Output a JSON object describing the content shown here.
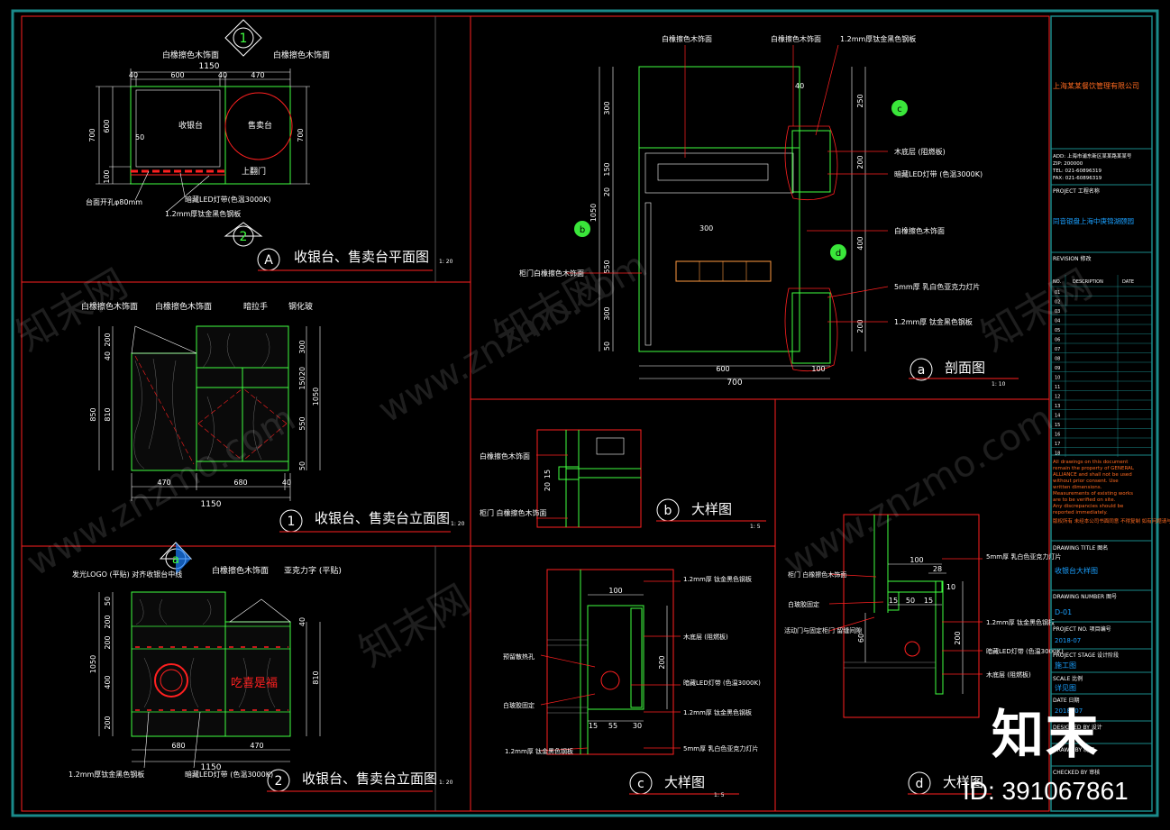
{
  "panels": {
    "plan": {
      "title": "收银台、售卖台平面图",
      "badge": "A",
      "scale": "1: 20",
      "dims": {
        "total": "1150",
        "seg1": "40",
        "seg2": "600",
        "seg3": "40",
        "seg4": "470",
        "left1": "700",
        "left2": "600",
        "left3": "100",
        "right": "700",
        "small": "50"
      },
      "labels": {
        "material_left": "白橡擦色木饰面",
        "material_right": "白橡擦色木饰面",
        "cashier": "收银台",
        "sales": "售卖台",
        "door": "上翻门",
        "top_note": "台面开孔φ80mm",
        "light": "暗藏LED灯带(色温3000K)",
        "steel": "1.2mm厚钛金黑色钢板",
        "ref_top": "1",
        "ref_bottom": "2"
      }
    },
    "elev1": {
      "title": "收银台、售卖台立面图",
      "badge": "1",
      "scale": "1: 20",
      "dims": {
        "total": "1150",
        "b1": "470",
        "b2": "680",
        "b3": "40",
        "l1": "200",
        "l2": "40",
        "l3": "810",
        "lt": "850",
        "r1": "300",
        "r2": "20",
        "r3": "150",
        "r4": "550",
        "r5": "50",
        "rt": "1050"
      },
      "labels": {
        "m1": "白橡擦色木饰面",
        "m2": "白橡擦色木饰面",
        "handle": "暗拉手",
        "glass": "钢化玻"
      }
    },
    "elev2": {
      "title": "收银台、售卖台立面图",
      "badge": "2",
      "scale": "1: 20",
      "dims": {
        "total": "1150",
        "b1": "680",
        "b2": "470",
        "l1": "50",
        "l2": "200",
        "l3": "200",
        "l4": "400",
        "l5": "200",
        "lt": "1050",
        "r1": "40",
        "r2": "810"
      },
      "labels": {
        "logo": "发光LOGO (平贴) 对齐收银台中线",
        "m1": "白橡擦色木饰面",
        "acrylic": "亚克力字 (平贴)",
        "steel": "1.2mm厚钛金黑色钢板",
        "light": "暗藏LED灯带 (色温3000K)",
        "sign": "吃喜是福",
        "ref": "a"
      }
    },
    "section": {
      "title": "剖面图",
      "badge": "a",
      "scale": "1: 10",
      "dims": {
        "b1": "600",
        "b2": "100",
        "bt": "700",
        "l1": "300",
        "l2": "150",
        "l3": "20",
        "l4": "550",
        "l5": "300",
        "l6": "50",
        "lt": "1050",
        "r1": "250",
        "r2": "200",
        "r3": "400",
        "r4": "200",
        "t1": "40",
        "mid": "300"
      },
      "labels": {
        "m1": "白橡擦色木饰面",
        "m2": "白橡擦色木饰面",
        "steel_top": "1.2mm厚钛金黑色钢板",
        "wood": "木底层 (阻燃板)",
        "led": "暗藏LED灯带 (色温3000K)",
        "m3": "白橡擦色木饰面",
        "acrylic": "5mm厚 乳白色亚克力灯片",
        "steel_bot": "1.2mm厚 钛金黑色钢板",
        "door": "柜门白橡擦色木饰面",
        "ref_b": "b",
        "ref_c": "c",
        "ref_d": "d"
      }
    },
    "detail_b": {
      "title": "大样图",
      "badge": "b",
      "scale": "1: 5",
      "dims": {
        "d1": "15",
        "d2": "20"
      },
      "labels": {
        "m1": "白橡擦色木饰面",
        "door": "柜门 白橡擦色木饰面"
      }
    },
    "detail_c": {
      "title": "大样图",
      "badge": "c",
      "scale": "1: 5",
      "dims": {
        "top": "100",
        "h": "200",
        "b1": "15",
        "b2": "55",
        "b3": "30"
      },
      "labels": {
        "steel1": "1.2mm厚 钛金黑色钢板",
        "wood": "木底层 (阻燃板)",
        "hole": "预留散热孔",
        "fix": "白玻胶固定",
        "led": "暗藏LED灯带 (色温3000K)",
        "steel2": "1.2mm厚 钛金黑色钢板",
        "steel3": "1.2mm厚 钛金黑色钢板",
        "acrylic": "5mm厚 乳白色亚克力灯片"
      }
    },
    "detail_d": {
      "title": "大样图",
      "badge": "d",
      "dims": {
        "top": "100",
        "t2": "28",
        "a": "15",
        "b": "50",
        "c": "15",
        "d": "10",
        "e": "60",
        "h": "200"
      },
      "labels": {
        "door": "柜门 白橡擦色木饰面",
        "wood": "木底层 (阻燃板)",
        "joint": "活动门与固定柜门 留缝间隙",
        "fix": "白玻胶固定",
        "acrylic": "5mm厚 乳白色亚克力灯片",
        "steel": "1.2mm厚 钛金黑色钢板",
        "led": "暗藏LED灯带 (色温3000K)"
      }
    }
  },
  "title_block": {
    "company": "上海某某餐饮管理有限公司",
    "addr": [
      "ADD: 上海市浦东新区某某路某某号",
      "ZIP: 200000",
      "TEL: 021-60896319",
      "FAX: 021-60896319"
    ],
    "project_label": "PROJECT 工程名称",
    "project_name": "同音银盘上海中庚锦湖颐园",
    "revision_label": "REVISION 修改",
    "rev_cols": [
      "NO.",
      "DESCRIPTION",
      "DATE"
    ],
    "rev_rows": [
      "01",
      "02",
      "03",
      "04",
      "05",
      "06",
      "07",
      "08",
      "09",
      "10",
      "11",
      "12",
      "13",
      "14",
      "15",
      "16",
      "17",
      "18"
    ],
    "notice_en": "All drawings on this document remain the property of GENERAL ALLIANCE and shall not be used without prior consent. Use written dimensions. Measurements of existing works are to be verified on site. Any discrepancies should be reported immediately.",
    "notice_cn": "版权所有 未经本公司书面同意 不得复制 如有问题请与本公司联系",
    "drawing_title_label": "DRAWING TITLE 图名",
    "drawing_title": "收银台大样图",
    "drawing_number_label": "DRAWING NUMBER 图号",
    "drawing_number": "D-01",
    "project_no_label": "PROJECT NO. 项目编号",
    "project_no": "2018-07",
    "stage_label": "PROJECT STAGE 设计阶段",
    "stage": "施工图",
    "scale_label": "SCALE 比例",
    "scale": "详见图",
    "date_label": "DATE 日期",
    "date": "2018. 07",
    "design_label": "DESIGNED BY 设计",
    "drawn_label": "DRAWN BY 制图",
    "checked_label": "CHECKED BY 审核"
  },
  "watermark": {
    "site": "www.znzmo.com",
    "cn": "知末网",
    "brand": "知末",
    "id": "ID: 391067861"
  },
  "colors": {
    "frame": "#ff2020",
    "line": "#ffffff",
    "dim": "#ffff40",
    "green": "#40ff40",
    "cyan": "#00ffff",
    "magenta": "#ff40ff",
    "wood": "#c0c0c0"
  }
}
